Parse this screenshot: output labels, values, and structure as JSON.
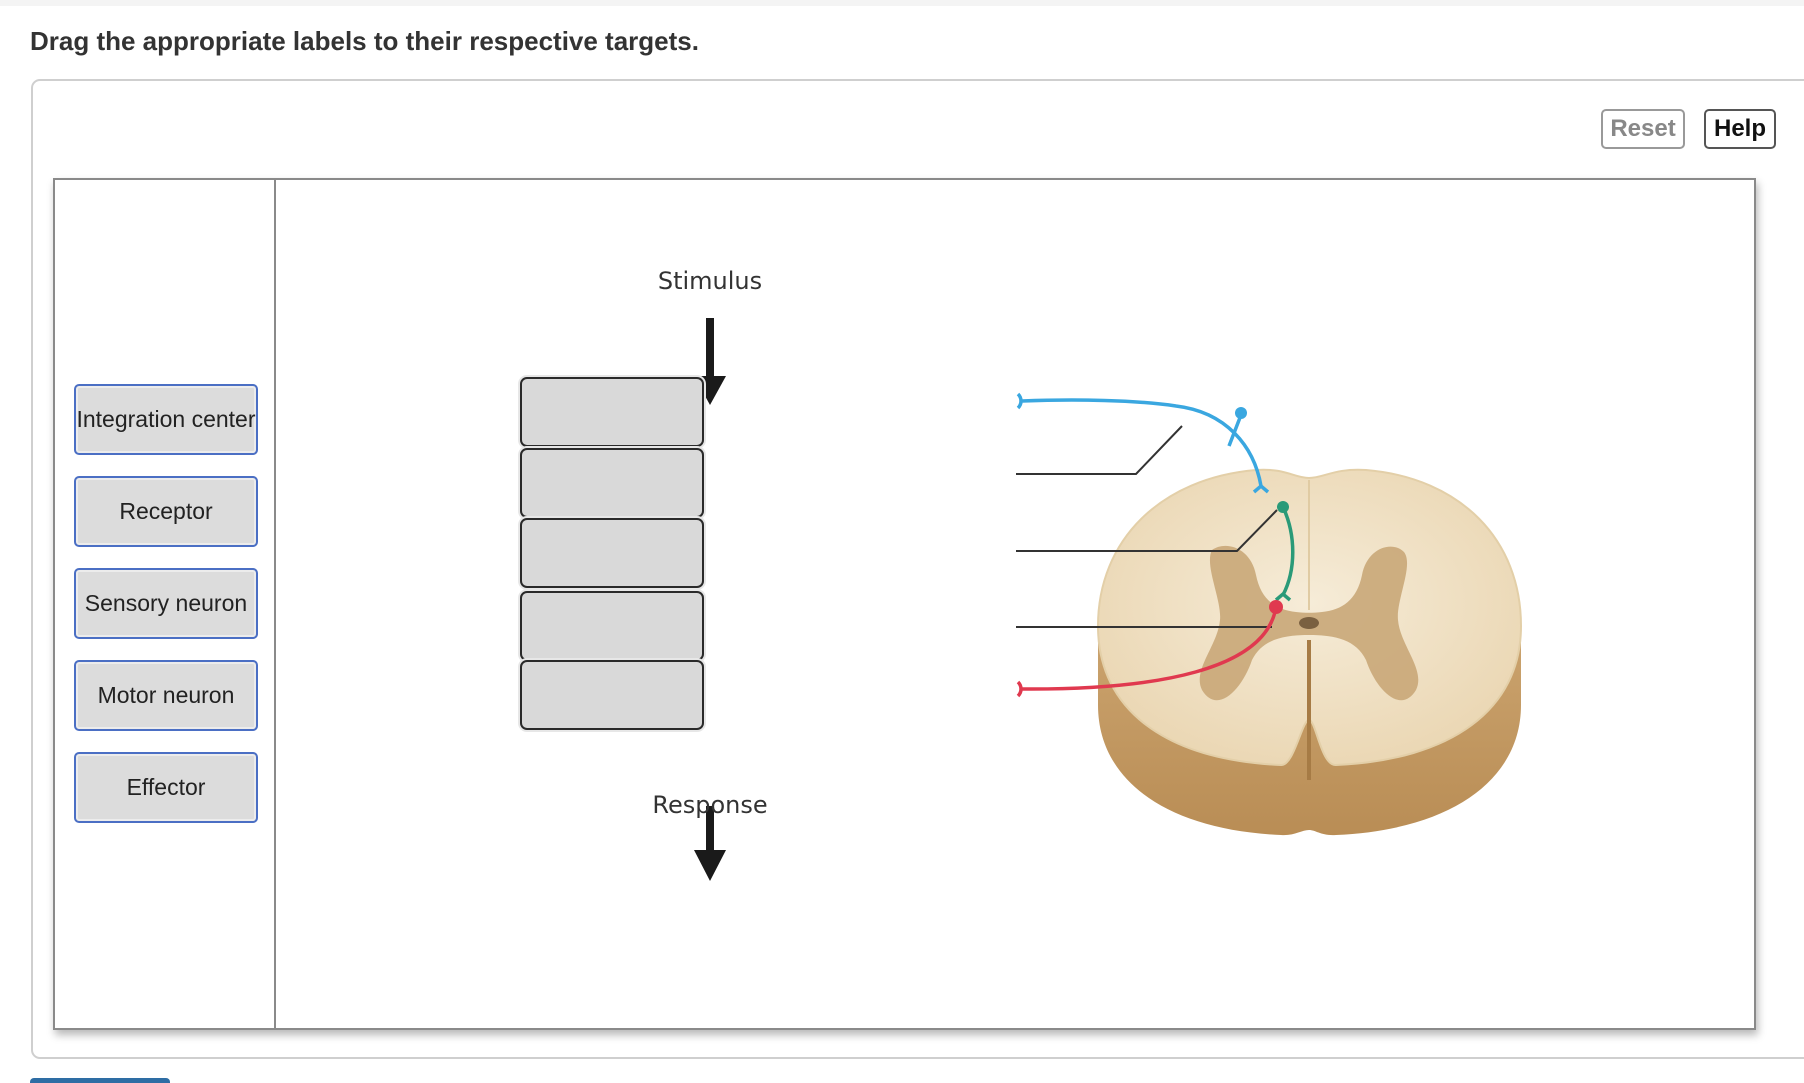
{
  "instruction": "Drag the appropriate labels to their respective targets.",
  "toolbar": {
    "reset_label": "Reset",
    "help_label": "Help"
  },
  "labels": [
    {
      "text": "Integration center"
    },
    {
      "text": "Receptor"
    },
    {
      "text": "Sensory neuron"
    },
    {
      "text": "Motor neuron"
    },
    {
      "text": "Effector"
    }
  ],
  "diagram": {
    "stimulus_text": "Stimulus",
    "response_text": "Response",
    "colors": {
      "sensory": "#3aa7e0",
      "interneuron": "#2a9a78",
      "motor": "#e0394f",
      "gray_matter": "#c9a778",
      "white_matter": "#f1e4cc"
    },
    "targets": [
      "",
      "",
      "",
      "",
      ""
    ]
  }
}
